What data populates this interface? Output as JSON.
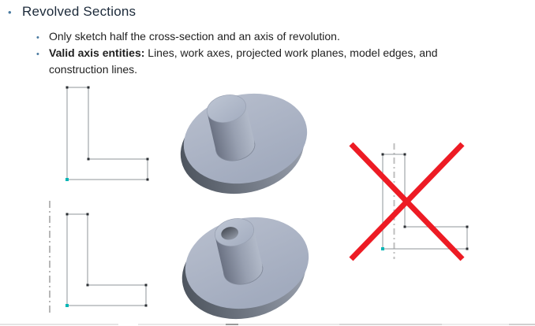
{
  "title": {
    "bullet": "•",
    "text": "Revolved Sections"
  },
  "bullets": {
    "marker": "•",
    "item1": "Only sketch half the cross-section and an axis of revolution.",
    "item2_bold": "Valid axis entities:",
    "item2_rest": " Lines, work axes, projected work planes, model edges, and",
    "item2_line2": "construction lines."
  },
  "colors": {
    "title_color": "#1c2a3a",
    "body_text": "#1f1f1f",
    "accent_bullet": "#4a7aa0",
    "sketch_line": "#8f9499",
    "vertex": "#2b2f33",
    "start_point": "#00b6b6",
    "centerline_dark": "#6f6f6f",
    "centerline_light": "#bfbfbf",
    "red_x": "#ed1b24",
    "model_face": "#a9b2c4",
    "model_side_dark": "#565d68"
  }
}
